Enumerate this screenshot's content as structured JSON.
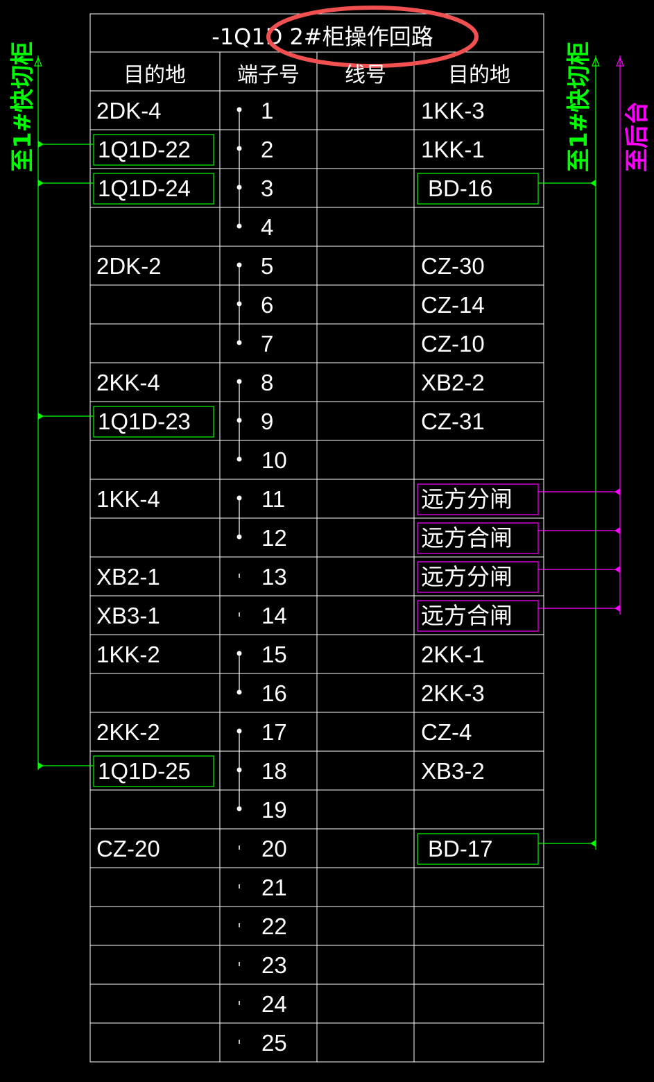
{
  "table": {
    "title": "-1Q1D  2#柜操作回路",
    "headers": [
      "目的地",
      "端子号",
      "线号",
      "目的地"
    ],
    "rows": [
      {
        "left": "2DK-4",
        "num": "1",
        "line": "",
        "right": "1KK-3",
        "dot": true
      },
      {
        "left": "1Q1D-22",
        "num": "2",
        "line": "",
        "right": "1KK-1",
        "dot": true,
        "left_color": "green"
      },
      {
        "left": "1Q1D-24",
        "num": "3",
        "line": "",
        "right": "BD-16",
        "dot": true,
        "left_color": "green",
        "right_color": "green"
      },
      {
        "left": "",
        "num": "4",
        "line": "",
        "right": "",
        "dot": true
      },
      {
        "left": "2DK-2",
        "num": "5",
        "line": "",
        "right": "CZ-30",
        "dot": true
      },
      {
        "left": "",
        "num": "6",
        "line": "",
        "right": "CZ-14",
        "dot": true
      },
      {
        "left": "",
        "num": "7",
        "line": "",
        "right": "CZ-10",
        "dot": true
      },
      {
        "left": "2KK-4",
        "num": "8",
        "line": "",
        "right": "XB2-2",
        "dot": true
      },
      {
        "left": "1Q1D-23",
        "num": "9",
        "line": "",
        "right": "CZ-31",
        "dot": true,
        "left_color": "green"
      },
      {
        "left": "",
        "num": "10",
        "line": "",
        "right": "",
        "dot": true
      },
      {
        "left": "1KK-4",
        "num": "11",
        "line": "",
        "right": "远方分闸",
        "dot": true,
        "right_color": "magenta"
      },
      {
        "left": "",
        "num": "12",
        "line": "",
        "right": "远方合闸",
        "dot": true,
        "right_color": "magenta"
      },
      {
        "left": "XB2-1",
        "num": "13",
        "line": "",
        "right": "远方分闸",
        "dot": false,
        "right_color": "magenta"
      },
      {
        "left": "XB3-1",
        "num": "14",
        "line": "",
        "right": "远方合闸",
        "dot": false,
        "right_color": "magenta"
      },
      {
        "left": "1KK-2",
        "num": "15",
        "line": "",
        "right": "2KK-1",
        "dot": true
      },
      {
        "left": "",
        "num": "16",
        "line": "",
        "right": "2KK-3",
        "dot": true
      },
      {
        "left": "2KK-2",
        "num": "17",
        "line": "",
        "right": "CZ-4",
        "dot": true
      },
      {
        "left": "1Q1D-25",
        "num": "18",
        "line": "",
        "right": "XB3-2",
        "dot": true,
        "left_color": "green"
      },
      {
        "left": "",
        "num": "19",
        "line": "",
        "right": "",
        "dot": true
      },
      {
        "left": "CZ-20",
        "num": "20",
        "line": "",
        "right": "BD-17",
        "dot": false,
        "right_color": "green"
      },
      {
        "left": "",
        "num": "21",
        "line": "",
        "right": "",
        "dot": false
      },
      {
        "left": "",
        "num": "22",
        "line": "",
        "right": "",
        "dot": false
      },
      {
        "left": "",
        "num": "23",
        "line": "",
        "right": "",
        "dot": false
      },
      {
        "left": "",
        "num": "24",
        "line": "",
        "right": "",
        "dot": false
      },
      {
        "left": "",
        "num": "25",
        "line": "",
        "right": "",
        "dot": false
      }
    ]
  },
  "side_labels": {
    "left": "至1#快切柜",
    "right_green": "至1#快切柜",
    "right_magenta": "至后台"
  },
  "colors": {
    "background": "#000000",
    "grid": "#ffffff",
    "green": "#00ff00",
    "magenta": "#ff00ff",
    "highlight_ellipse": "#f05050"
  },
  "annotation": {
    "type": "ellipse",
    "target": "table-title"
  }
}
